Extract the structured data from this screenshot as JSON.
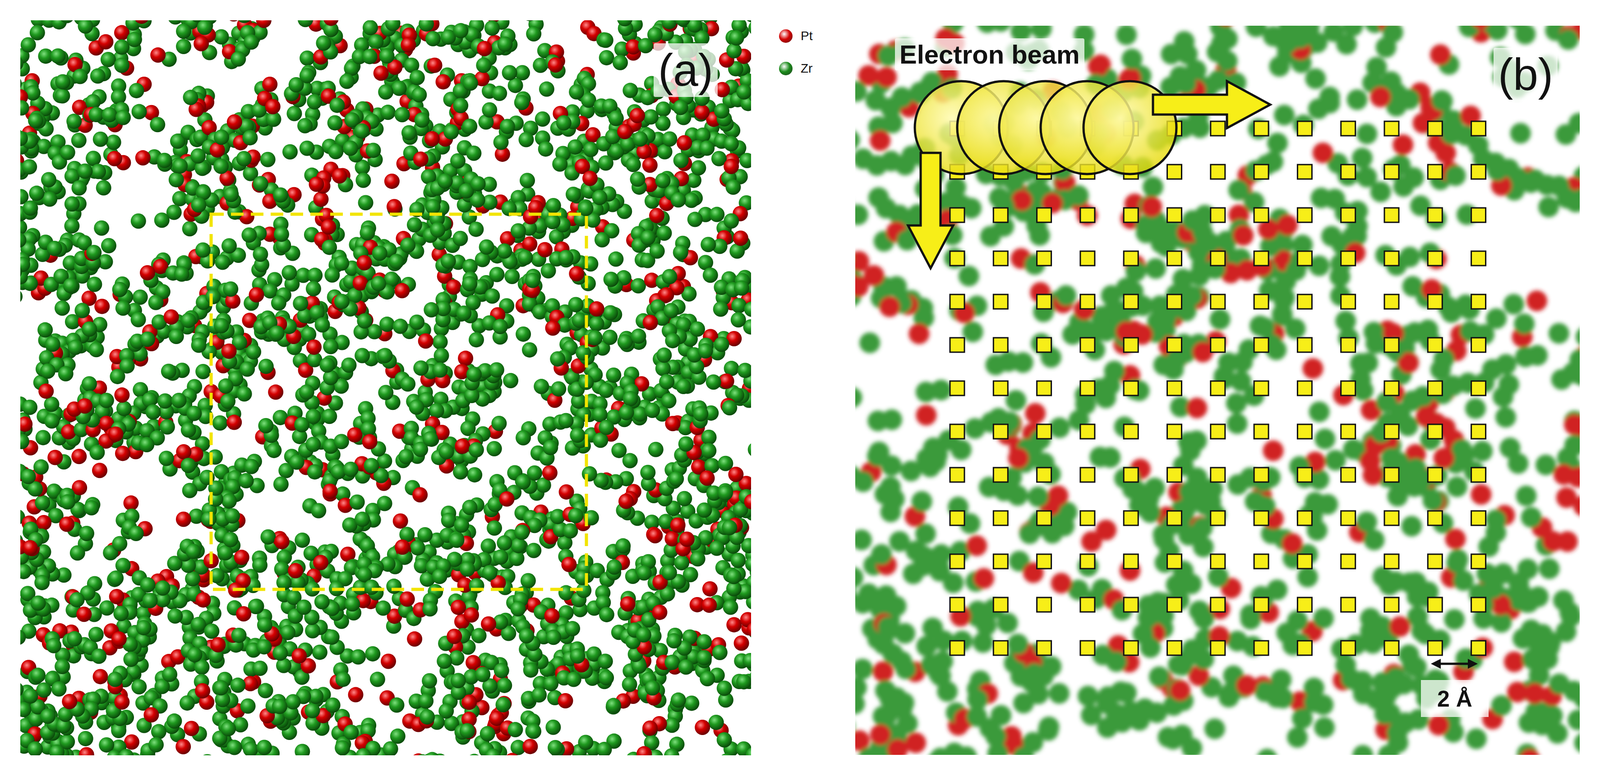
{
  "diagram": {
    "labels": [
      "(a)",
      "(b)",
      "Electron beam",
      "2 Å"
    ],
    "legend": [
      {
        "text": "Pt",
        "color": "#d40000"
      },
      {
        "text": "Zr",
        "color": "#1a8a1a"
      }
    ]
  }
}
